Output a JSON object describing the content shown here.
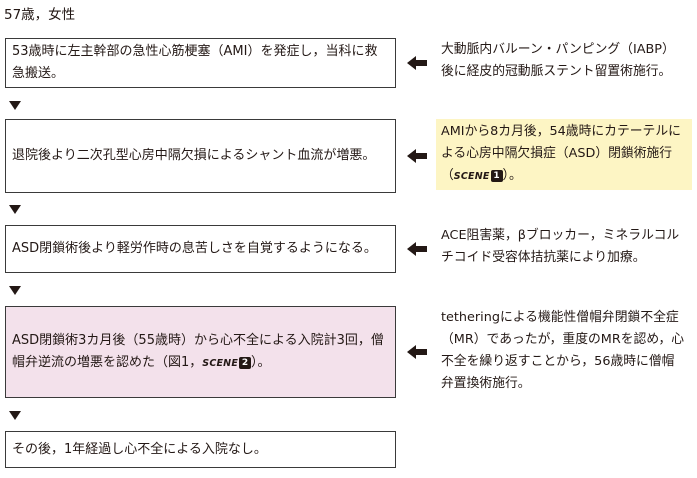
{
  "header": "57歳，女性",
  "steps": [
    {
      "box": "53歳時に左主幹部の急性心筋梗塞（AMI）を発症し，当科に救急搬送。",
      "side": "大動脈内バルーン・パンピング（IABP）後に経皮的冠動脈ステント留置術施行。"
    },
    {
      "box": "退院後より二次孔型心房中隔欠損によるシャント血流が増悪。",
      "side_pre": "AMIから8カ月後，54歳時にカテーテルによる心房中隔欠損症（ASD）閉鎖術施行（",
      "side_scene": "SCENE",
      "side_num": "1",
      "side_post": "）。"
    },
    {
      "box": "ASD閉鎖術後より軽労作時の息苦しさを自覚するようになる。",
      "side": "ACE阻害薬，βブロッカー，ミネラルコルチコイド受容体拮抗薬により加療。"
    },
    {
      "box_pre": "ASD閉鎖術3カ月後（55歳時）から心不全による入院計3回，僧帽弁逆流の増悪を認めた（図1，",
      "box_scene": "SCENE",
      "box_num": "2",
      "box_post": "）。",
      "side": "tetheringによる機能性僧帽弁閉鎖不全症（MR）であったが，重度のMRを認め，心不全を繰り返すことから，56歳時に僧帽弁置換術施行。"
    },
    {
      "box": "その後，1年経過し心不全による入院なし。"
    }
  ],
  "colors": {
    "text": "#231815",
    "highlight_yellow": "#fdf5c4",
    "highlight_pink": "#f3e1eb",
    "border": "#3a3a3a"
  },
  "icons": {
    "flow": "triangle-down-icon",
    "link": "arrow-left-icon"
  }
}
